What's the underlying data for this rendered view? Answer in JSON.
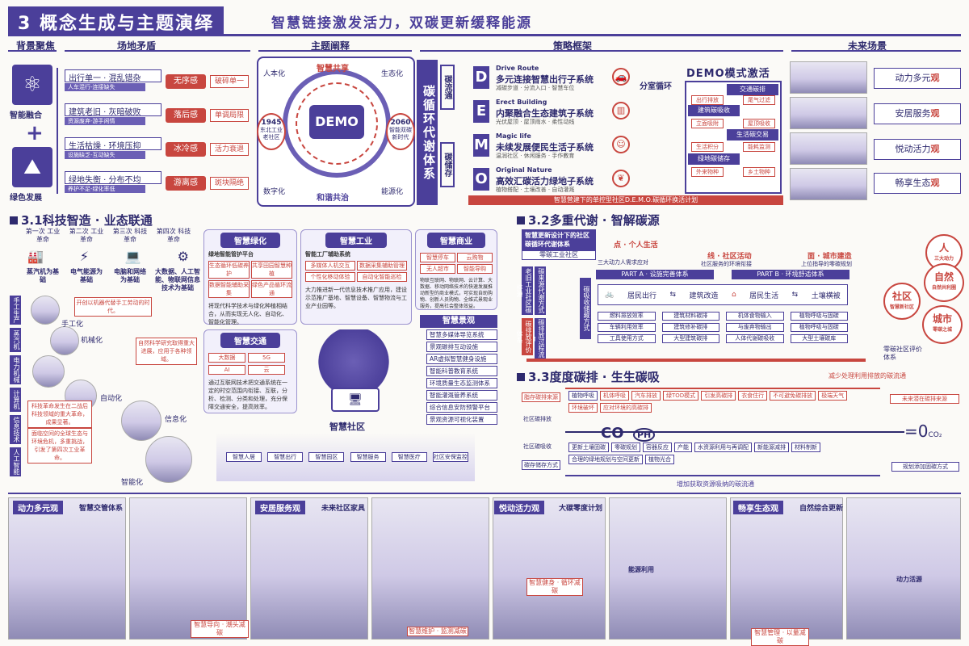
{
  "header": {
    "title": "3 概念生成与主题演绎",
    "slogan": "智慧链接激发活力，双碳更新缓释能源",
    "sections": [
      "背景聚焦",
      "场地矛盾",
      "主题阐释",
      "策略框架",
      "未来场景"
    ]
  },
  "background": {
    "icon1_label": "智能融合",
    "icon2_label": "绿色发展",
    "conflicts": [
      {
        "title": "出行单一 · 混乱错杂",
        "sub": "人车混行-连接缺失",
        "feel": "无序感",
        "action": "破碎单一"
      },
      {
        "title": "建筑老旧 · 灰暗破败",
        "sub": "资源废弃-游手闲情",
        "feel": "落后感",
        "action": "单调局限"
      },
      {
        "title": "生活枯燥 · 环境压抑",
        "sub": "设施缺乏-互动缺失",
        "feel": "冰冷感",
        "action": "活力衰退"
      },
      {
        "title": "绿地失衡 · 分布不均",
        "sub": "养护不足-绿化率低",
        "feel": "游离感",
        "action": "斑块隔绝"
      }
    ]
  },
  "theme": {
    "top": "智慧共享",
    "bottom": "和谐共治",
    "center": "DEMO",
    "corners": [
      "人本化",
      "生态化",
      "数字化",
      "能源化"
    ],
    "left_badge": {
      "year": "1945",
      "text": "东北工业老社区"
    },
    "right_badge": {
      "year": "2060",
      "text": "智能双碳新时代"
    }
  },
  "strategy": {
    "system_title": "碳循环代谢体系",
    "flow_labels": [
      "碳流通",
      "碳储存"
    ],
    "items": [
      {
        "letter": "D",
        "en": "Drive Route",
        "cn": "多元连接智慧出行子系统",
        "sm": "减碳步道 · 分流入口 · 智慧车位"
      },
      {
        "letter": "E",
        "en": "Erect Building",
        "cn": "内聚融合生态建筑子系统",
        "sm": "光伏屋顶 · 屋顶雨水 · 柔性动线"
      },
      {
        "letter": "M",
        "en": "Magic life",
        "cn": "未续发展便民生活子系统",
        "sm": "温润社区 · 休闲服务 · 手作教育"
      },
      {
        "letter": "O",
        "en": "Original Nature",
        "cn": "高效汇碳活力绿地子系统",
        "sm": "植物搭配 · 土壤改善 · 自动灌溉"
      }
    ],
    "demo_title": "DEMO模式激活",
    "sub_cycle": "分室循环",
    "modes": [
      "交通碳排",
      "建筑碳吸收",
      "生活碳交易",
      "绿地碳储存"
    ],
    "mode_cells": [
      "出行排放",
      "尾气过滤",
      "立面吸附",
      "屋顶吸收",
      "生活积分",
      "能耗监测",
      "外来物种",
      "乡土物种"
    ],
    "bottom_bar": "智慧营建下的单控型社区D.E.M.O.碳循环换活计划"
  },
  "future": {
    "scenes": [
      {
        "prefix": "动力多元",
        "suffix": "观"
      },
      {
        "prefix": "安居服务",
        "suffix": "观"
      },
      {
        "prefix": "悦动活力",
        "suffix": "观"
      },
      {
        "prefix": "畅享生态",
        "suffix": "观"
      }
    ]
  },
  "sec31": {
    "title": "3.1科技智造 · 业态联通",
    "eras": [
      {
        "t": "第一次 工业革命",
        "b": "蒸汽机为基础"
      },
      {
        "t": "第二次 工业革命",
        "b": "电气能源为基础"
      },
      {
        "t": "第三次 科技革命",
        "b": "电脑和网络为基础"
      },
      {
        "t": "第四次 科技革命",
        "b": "大数据、人工智能、物联网信息技术为基础"
      }
    ],
    "vlabels": [
      "手工生产",
      "蒸汽机",
      "电力机械",
      "计算机",
      "信息技术",
      "人工智能"
    ],
    "stages": [
      "手工化",
      "机械化",
      "自动化",
      "信息化",
      "智能化"
    ],
    "notes": [
      "开创以机器代替手工劳动的时代。",
      "自然科学研究取得重大进展，应用于各种领域。",
      "科技革命发生在二战后科技领域的重大革命，成果显著。",
      "面临空间的全球生态与环境危机，多重挑战，引发了第四次工业革命。"
    ],
    "panels": [
      {
        "title": "智慧绿化",
        "sub": "绿地智能管护平台",
        "text": "将现代科学技术与绿化种植相结合，从而实现无人化、自动化、智能化管理。",
        "items": [
          "生态循环低碳养护",
          "共享田园智慧种植",
          "数据智能辅助采集",
          "绿色产品循环流通"
        ]
      },
      {
        "title": "智慧工业",
        "sub": "智能工厂辅助系统",
        "text": "大力推进新一代信息技术推广应用，建设示范推广基地、智慧设备、智慧物流与工业产业园等。",
        "items": [
          "多媒体人机交互",
          "数据采集辅助管理",
          "个性化移动体验",
          "自动化智能巡检"
        ]
      },
      {
        "title": "智慧商业",
        "sub": "",
        "text": "物联互联网、物联网、云计算、大数据、移动网络技术的快速发展推动新型的商业模式，可实现自助购物、创新人员购物、全维式景观业服务，提高社会整体效益。",
        "items": [
          "智慧停车",
          "云购物",
          "无人超市",
          "智能导购"
        ]
      },
      {
        "title": "智慧交通",
        "sub": "",
        "text": "通过互联网技术把交通系统在一定的时空范围内衔接、互联，分析、检测、分类和处理，充分保障交通安全，提高效率。",
        "items": [
          "大数据",
          "5G",
          "AI",
          "云"
        ]
      }
    ],
    "landscape_title": "智慧景观",
    "landscape_items": [
      "智慧多媒体导览系统",
      "景观碳排互动设施",
      "AR虚拟智慧健身设施",
      "智能科普教育系统",
      "环境质量生态监测体系",
      "智能灌溉管养系统",
      "综合信息安防预警平台",
      "景观资源可视化装置"
    ],
    "community_title": "智慧社区",
    "community_items": [
      "智慧人居",
      "智慧出行",
      "智慧园区",
      "智慧服务",
      "智慧医疗",
      "社区安保监控"
    ]
  },
  "sec32": {
    "title": "3.2多重代谢 · 智解碳源",
    "flow_title": "智慧更新设计下的社区碳循环代谢体系",
    "zero": "零碳工业社区",
    "levels": [
      {
        "t": "点 · 个人生活",
        "s": "三大动力人需求应对"
      },
      {
        "t": "线 · 社区活动",
        "s": "社区服务的环境衔接"
      },
      {
        "t": "面 · 城市建造",
        "s": "上位指导的零碳规划"
      }
    ],
    "parts": [
      "PART A · 设施完善体系",
      "PART B · 环境舒适体系"
    ],
    "actions": [
      "居民出行",
      "建筑改造",
      "居民生活",
      "土壤横被"
    ],
    "rows": [
      [
        "燃料排放效率",
        "建筑材料碳排",
        "机体食物输入",
        "植物呼吸与固碳"
      ],
      [
        "车辆利用效率",
        "建筑修补碳排",
        "与废弃物输出",
        "植物呼吸与固碳"
      ],
      [
        "工具使用方式",
        "大型建筑碳排",
        "人体代谢碳吸收",
        "大型土壤碳库"
      ]
    ],
    "vert_labels": [
      "老旧工业社区碳排源",
      "碳来源代谢方式",
      "碳排放过程流动",
      "碳吸收储藏方式"
    ],
    "side_left": "碳排放评价体系",
    "nodes": [
      {
        "t": "人",
        "s": "三大动力"
      },
      {
        "t": "自然",
        "s": "自然共利圈"
      },
      {
        "t": "社区",
        "s": "智慧新社区"
      },
      {
        "t": "城市",
        "s": "零碳之城"
      }
    ],
    "side_right": "零碳社区评价体系"
  },
  "sec33": {
    "title": "3.3度度碳排 · 生生碳吸",
    "top_note": "减少处理利用排放的碳流通",
    "bottom_note": "增加获取资源吸纳的碳流通",
    "left_labels": [
      "脂存碳排来源",
      "社区碳排放",
      "社区碳吸收",
      "碳存储存方式"
    ],
    "right_labels": [
      "未来潜在碳排来源",
      "规划添加固碳方式"
    ],
    "items": [
      "植物呼吸",
      "机体呼吸",
      "汽车排放",
      "绿TOD模式",
      "引发高碳排",
      "衣食住行",
      "不可避免碳排放",
      "极端天气",
      "环境破坏",
      "应对环境的高碳排",
      "更新土壤固碳",
      "零碳规划",
      "容器反应",
      "产能",
      "水资源利用与再调配",
      "新能源减排",
      "材料制新",
      "合理的绿地规划与空间更新",
      "植物光合"
    ],
    "formula": "=0",
    "co2": "CO₂",
    "co": "CO",
    "ph": "PH"
  },
  "bottom": {
    "scenes": [
      {
        "tag": "动力多元观",
        "desc": "智慧交管体系",
        "caption": "智慧导向 · 潮头减碳"
      },
      {
        "tag": "安居服务观",
        "desc": "未来社区家具",
        "caption": "智慧维护 · 监测减碳"
      },
      {
        "tag": "悦动活力观",
        "desc": "大碳零度计划",
        "caption": "智慧健身 · 循环减碳"
      },
      {
        "tag": "畅享生态观",
        "desc": "自然综合更新",
        "caption": "智慧管理 · 以量减碳"
      }
    ],
    "labels": [
      "能源利用",
      "动力活源"
    ]
  }
}
